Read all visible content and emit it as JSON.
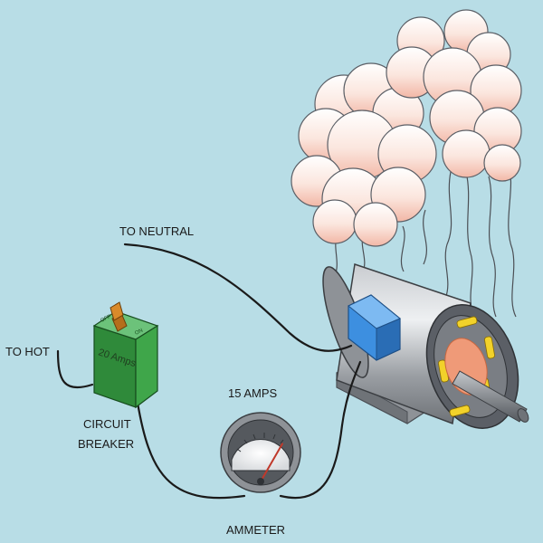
{
  "labels": {
    "to_neutral": "TO NEUTRAL",
    "to_hot": "TO HOT",
    "circuit": "CIRCUIT",
    "breaker": "BREAKER",
    "breaker_rating": "20 Amps",
    "ammeter_reading": "15 AMPS",
    "ammeter": "AMMETER",
    "breaker_on": "ON",
    "breaker_off": "OFF"
  },
  "ammeter": {
    "needle_fraction": 0.75
  },
  "colors": {
    "background": "#b8dde6",
    "smoke": "#f4c6b8",
    "breaker_body": "#3fa64a",
    "breaker_handle": "#d98a2a",
    "motor_body": "#9a9ea3",
    "terminal_box": "#3d8fe0",
    "shaft": "#8a8e93",
    "end_bell": "#4b4f55",
    "hot_core": "#ef9a78",
    "vent_slots": "#f2d22a",
    "needle": "#c0392b",
    "wire": "#1a1a1a"
  }
}
